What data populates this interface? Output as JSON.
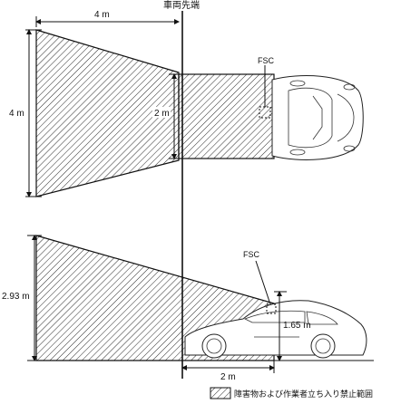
{
  "labels": {
    "vehicle_front_end": "車両先端",
    "top_width": "4 m",
    "top_height": "4 m",
    "top_inner": "2 m",
    "fsc": "FSC",
    "side_height": "2.93 m",
    "side_inner_height": "1.65 m",
    "side_width": "2 m",
    "legend": "障害物および作業者立ち入り禁止範囲"
  }
}
